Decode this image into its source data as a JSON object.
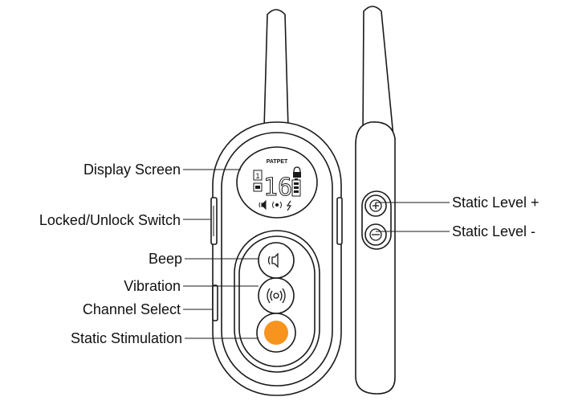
{
  "device": {
    "brand": "PATPET",
    "lcd": {
      "channel": "1",
      "level": "16"
    }
  },
  "labels": {
    "display_screen": "Display Screen",
    "lock_switch": "Locked/Unlock Switch",
    "beep": "Beep",
    "vibration": "Vibration",
    "channel_select": "Channel Select",
    "static_stimulation": "Static Stimulation",
    "static_level_plus": "Static Level +",
    "static_level_minus": "Static Level -"
  },
  "colors": {
    "outline": "#1a1a1a",
    "static_button": "#f7941d"
  }
}
